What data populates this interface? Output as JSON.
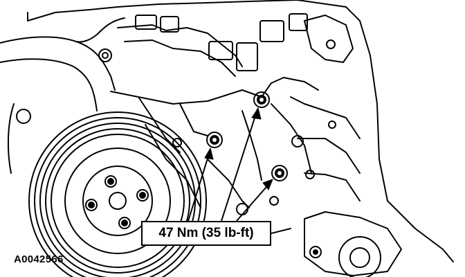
{
  "diagram": {
    "callout_label": "47 Nm (35 lb-ft)",
    "figure_id": "A0042566",
    "callout_target_count": 3,
    "line_color": "#000000",
    "background_color": "#ffffff"
  }
}
